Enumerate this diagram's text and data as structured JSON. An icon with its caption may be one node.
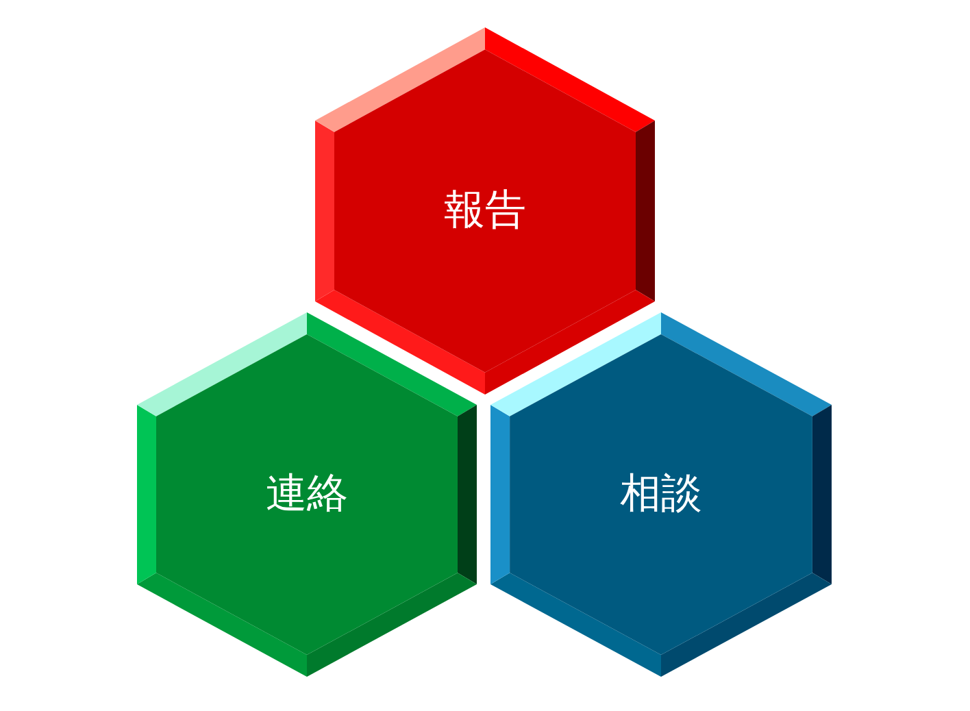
{
  "diagram": {
    "nodes": [
      {
        "text": [
          "報告"
        ]
      },
      {
        "text": [
          "連絡"
        ]
      },
      {
        "text": [
          "相談"
        ]
      }
    ]
  }
}
